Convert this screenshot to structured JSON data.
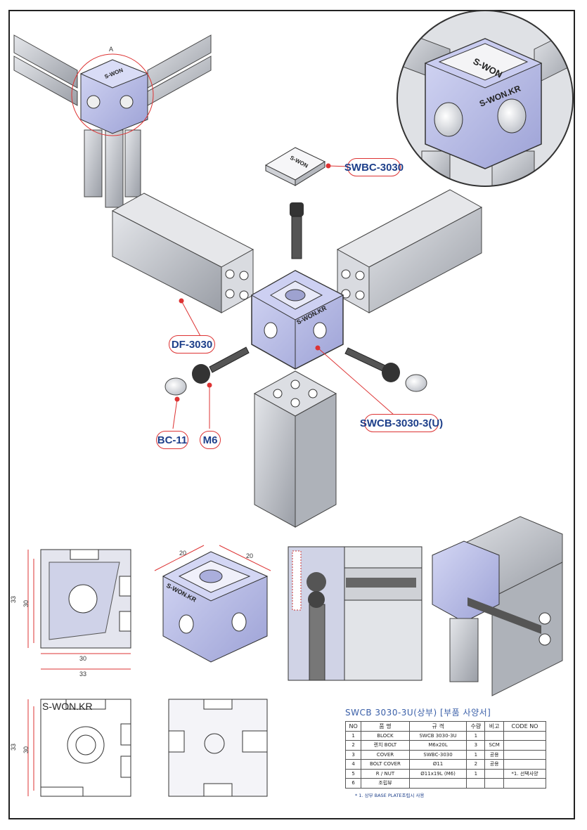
{
  "labels": {
    "cover": "SWBC-3030",
    "profile": "DF-3030",
    "block": "SWCB-3030-3(U)",
    "bolt_cover": "BC-11",
    "bolt": "M6"
  },
  "brand": {
    "cap_text": "S-WON",
    "block_text": "S-WON.KR",
    "drawing_text": "S-WON.KR"
  },
  "dimensions": {
    "outer": "33",
    "inner": "30",
    "iso_a": "20",
    "iso_b": "20",
    "detail_a": "A"
  },
  "spec": {
    "title": "SWCB 3030-3U(상부) [부품 사양서]",
    "headers": [
      "NO",
      "품 명",
      "규 격",
      "수량",
      "비고",
      "CODE NO"
    ],
    "rows": [
      [
        "1",
        "BLOCK",
        "SWCB 3030-3U",
        "1",
        "",
        ""
      ],
      [
        "2",
        "렌치 BOLT",
        "M6x20L",
        "3",
        "SCM",
        ""
      ],
      [
        "3",
        "COVER",
        "SWBC-3030",
        "1",
        "공용",
        ""
      ],
      [
        "4",
        "BOLT COVER",
        "Ø11",
        "2",
        "공용",
        ""
      ],
      [
        "5",
        "R / NUT",
        "Ø11x19L (M6)",
        "1",
        "",
        "*1. 선택사양"
      ],
      [
        "6",
        "조립뷰",
        "",
        "",
        "",
        ""
      ]
    ],
    "note": "* 1. 상부 BASE PLATE조립시 사용"
  },
  "colors": {
    "block": "#b7bbe6",
    "profile": "#c9ccd2",
    "accent": "#d33333",
    "label": "#1d3f8a"
  }
}
